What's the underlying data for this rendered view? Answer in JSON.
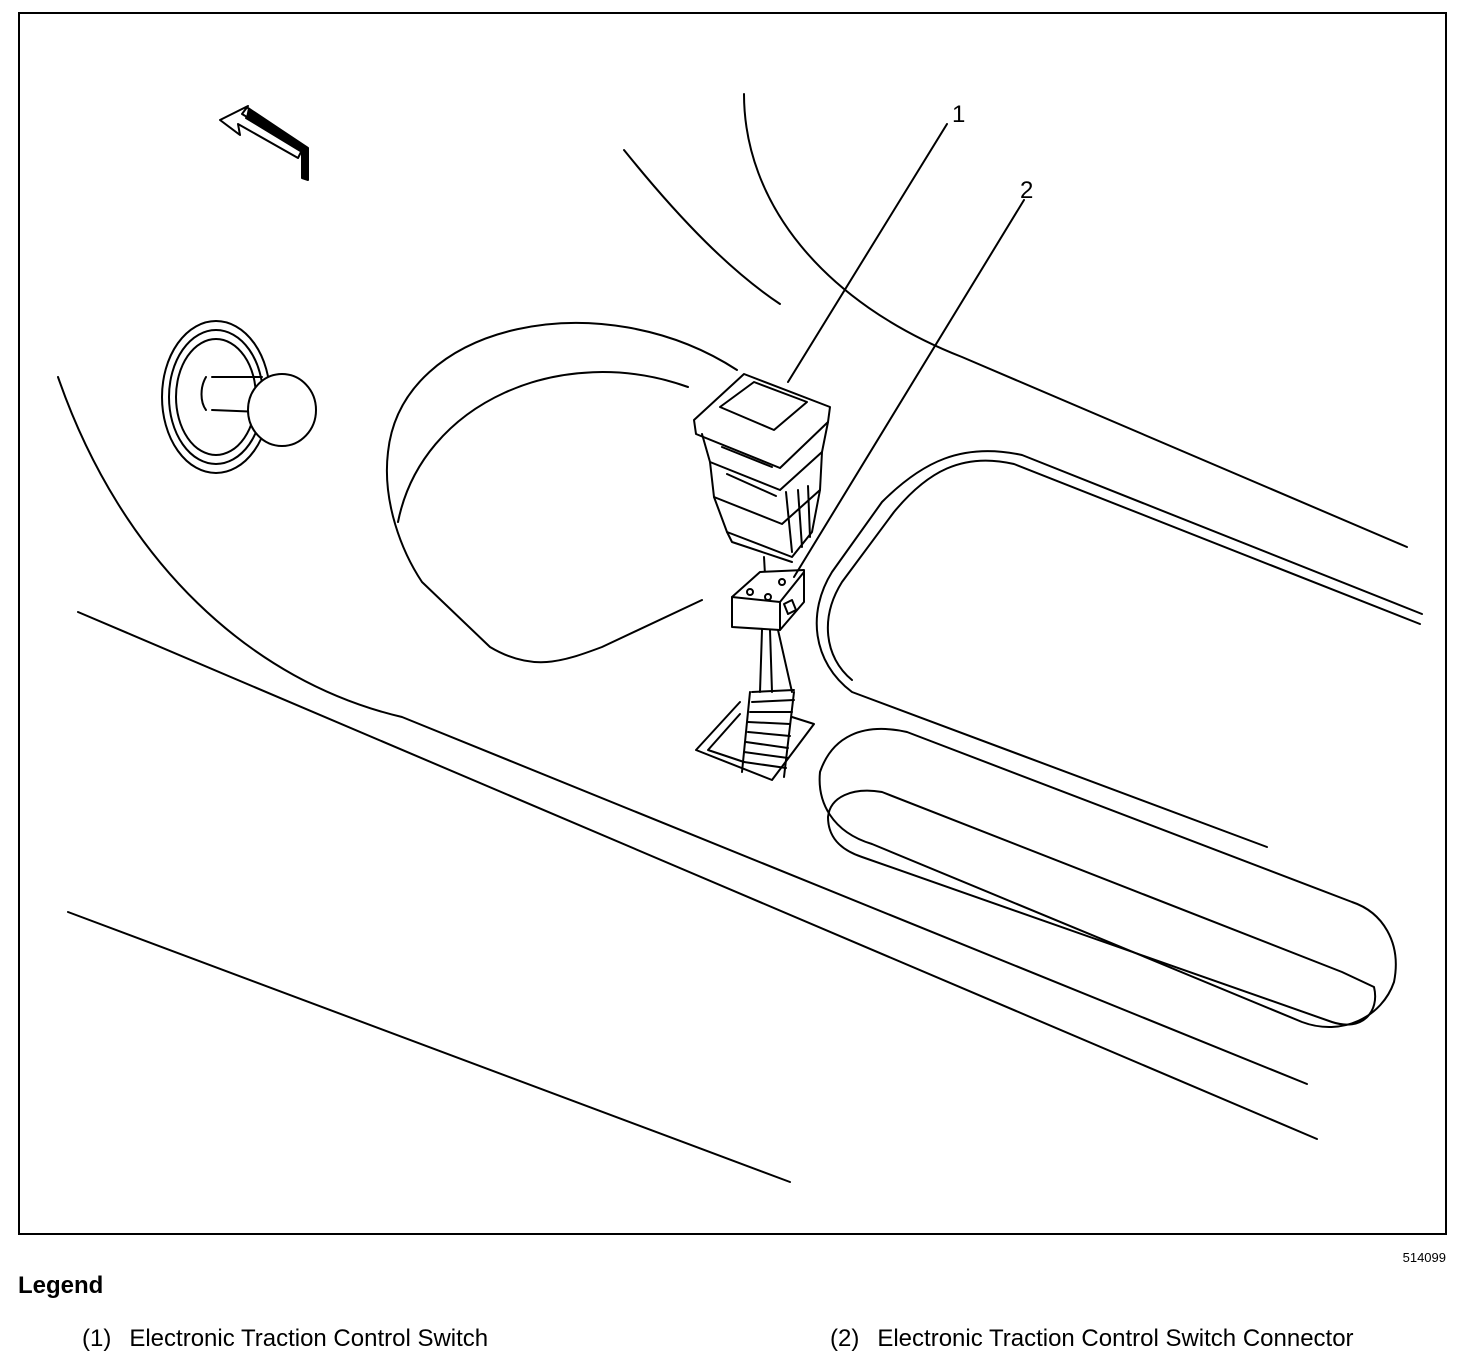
{
  "figure_id": "514099",
  "callouts": [
    "1",
    "2"
  ],
  "legend": {
    "title": "Legend",
    "items": [
      {
        "num": "(1)",
        "label": "Electronic Traction Control Switch"
      },
      {
        "num": "(2)",
        "label": "Electronic Traction Control Switch Connector"
      }
    ]
  }
}
